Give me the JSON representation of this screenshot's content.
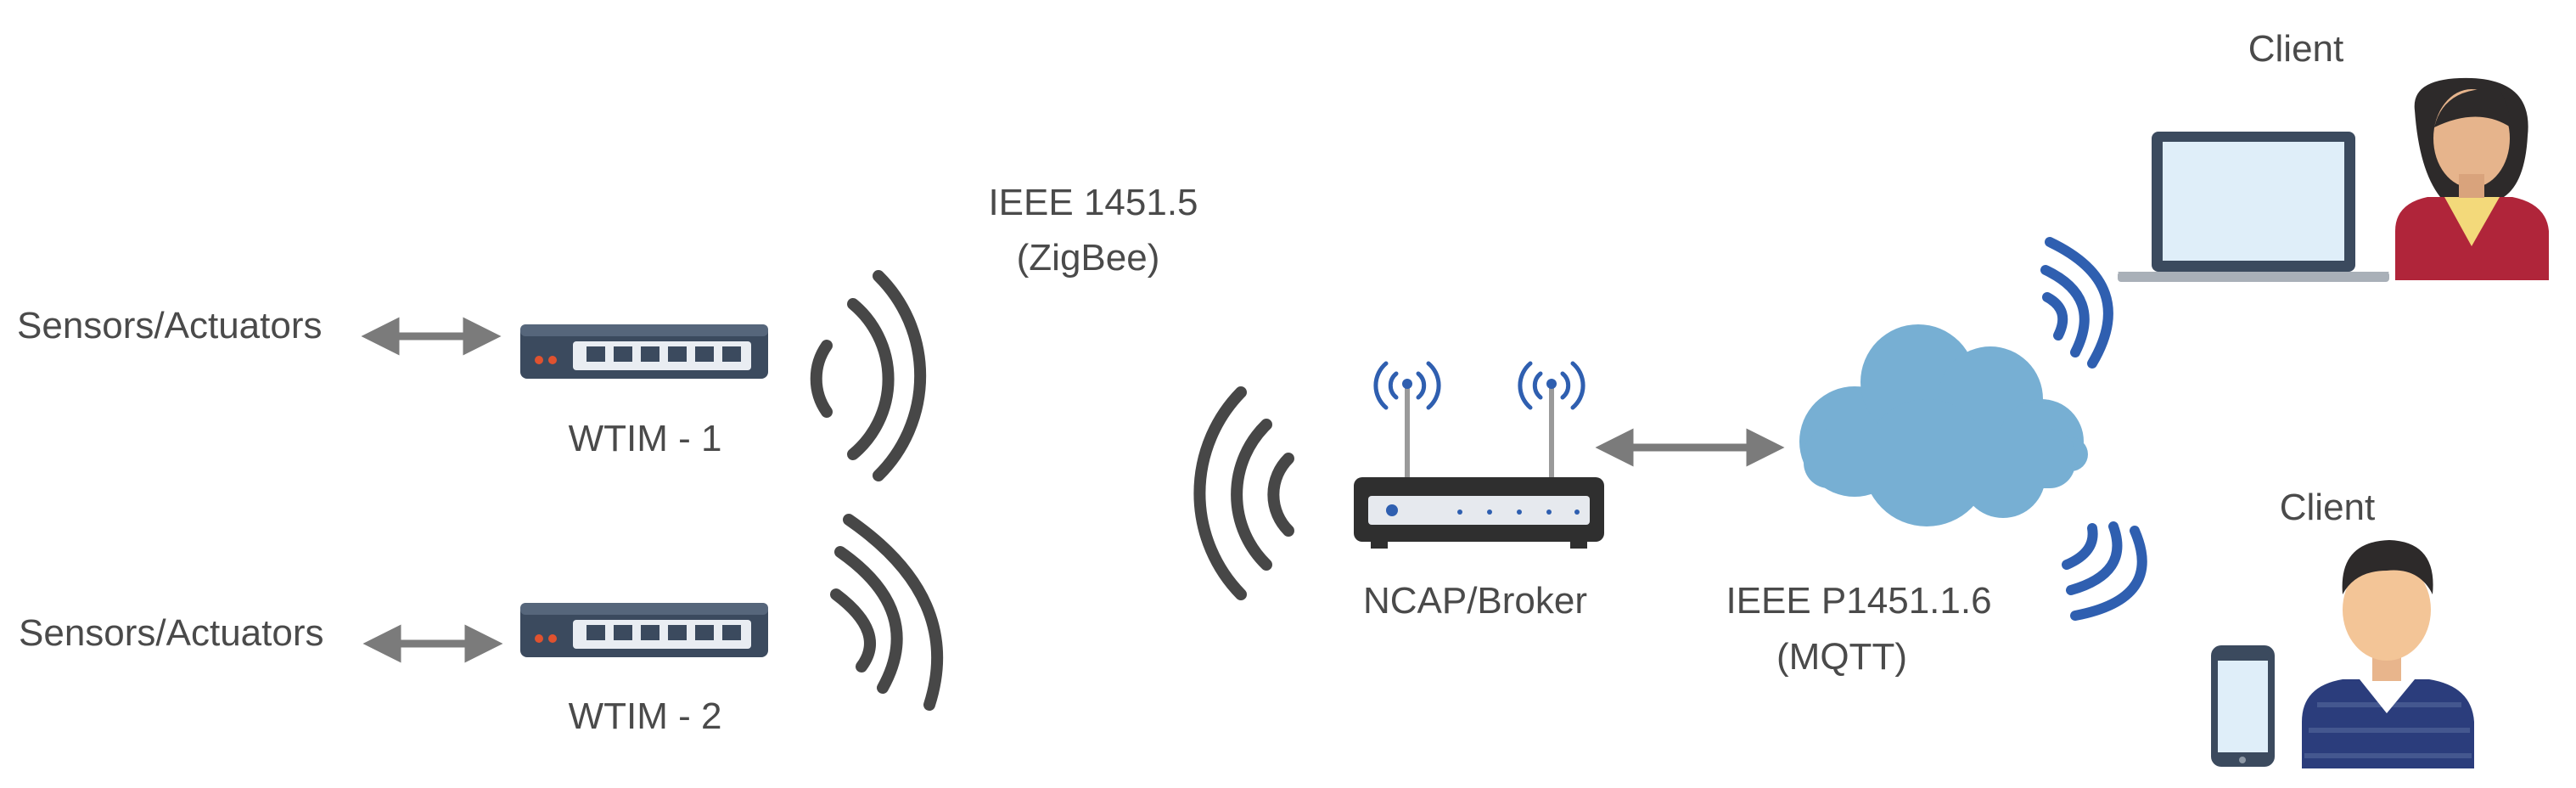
{
  "labels": {
    "sensors_1": "Sensors/Actuators",
    "sensors_2": "Sensors/Actuators",
    "wtim_1": "WTIM - 1",
    "wtim_2": "WTIM - 2",
    "zigbee_line1": "IEEE 1451.5",
    "zigbee_line2": "(ZigBee)",
    "ncap": "NCAP/Broker",
    "mqtt_line1": "IEEE P1451.1.6",
    "mqtt_line2": "(MQTT)",
    "client_top": "Client",
    "client_bottom": "Client"
  },
  "colors": {
    "text": "#4a4a4a",
    "arrow": "#7b7b7b",
    "signal_dark": "#474747",
    "signal_blue": "#2f5fb0",
    "cloud": "#77afd3",
    "device_body": "#3b4a5e",
    "router_body": "#2f2f2f"
  },
  "icons": {
    "wtim": "network-switch-icon",
    "ncap": "wireless-router-icon",
    "cloud": "cloud-icon",
    "client_top": "woman-with-laptop-icon",
    "client_bottom": "man-with-phone-icon"
  }
}
